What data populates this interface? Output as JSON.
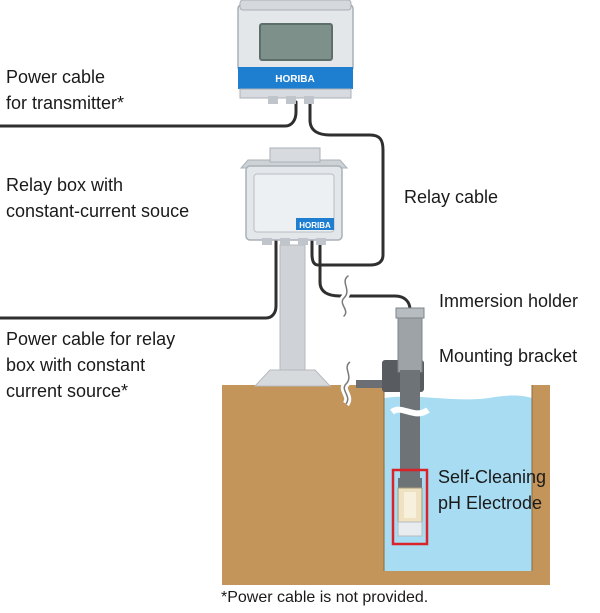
{
  "labels": {
    "power_transmitter": [
      "Power cable",
      "for transmitter*"
    ],
    "relay_box": [
      "Relay box with",
      "constant-current souce"
    ],
    "relay_cable": [
      "Relay cable"
    ],
    "immersion_holder": [
      "Immersion holder"
    ],
    "mounting_bracket": [
      "Mounting bracket"
    ],
    "power_relay": [
      "Power cable for relay",
      "box with constant",
      "current source*"
    ],
    "electrode": [
      "Self-Cleaning",
      "pH Electrode"
    ]
  },
  "footnote": "*Power cable is not provided.",
  "brand": "HORIBA",
  "colors": {
    "panel_blue": "#1e7fd1",
    "housing": "#e4e7ea",
    "housing_edge": "#a9b0b7",
    "screen": "#7d918a",
    "pole": "#cfd3d7",
    "cable": "#2f2f2f",
    "ground": "#c4955a",
    "water": "#a7dcf2",
    "highlight": "#d8232a"
  }
}
